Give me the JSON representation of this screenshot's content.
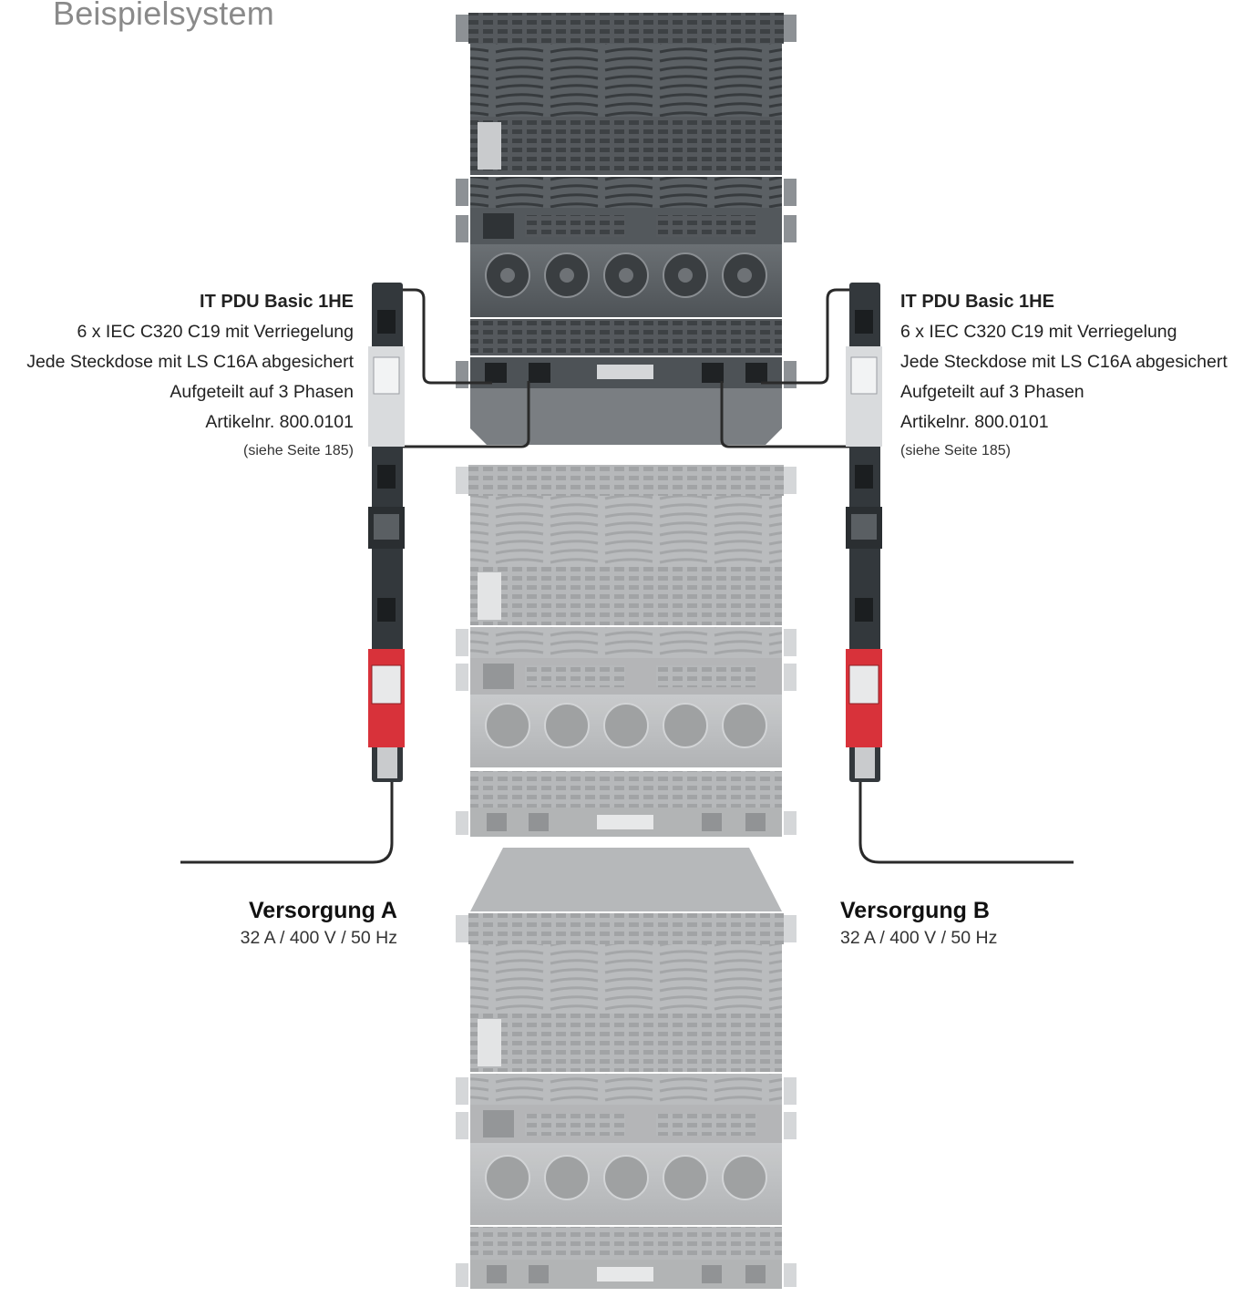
{
  "title": "Beispielsystem",
  "pdu_left": {
    "heading": "IT PDU Basic 1HE",
    "line1": "6 x IEC C320 C19 mit Verriegelung",
    "line2": "Jede Steckdose mit LS C16A abgesichert",
    "line3": "Aufgeteilt auf 3 Phasen",
    "line4": "Artikelnr. 800.0101",
    "note": "(siehe Seite 185)"
  },
  "pdu_right": {
    "heading": "IT PDU Basic 1HE",
    "line1": "6 x IEC C320 C19 mit Verriegelung",
    "line2": "Jede Steckdose mit LS C16A abgesichert",
    "line3": "Aufgeteilt auf 3 Phasen",
    "line4": "Artikelnr. 800.0101",
    "note": "(siehe Seite 185)"
  },
  "supply_a": {
    "heading": "Versorgung A",
    "spec": "32 A / 400 V / 50 Hz"
  },
  "supply_b": {
    "heading": "Versorgung B",
    "spec": "32 A / 400 V / 50 Hz"
  },
  "colors": {
    "server_dark": "#5f6468",
    "server_faded": "#b9bbbd",
    "pdu_dark": "#33383c",
    "pdu_red": "#d8323a",
    "cable": "#2a2a2a"
  }
}
